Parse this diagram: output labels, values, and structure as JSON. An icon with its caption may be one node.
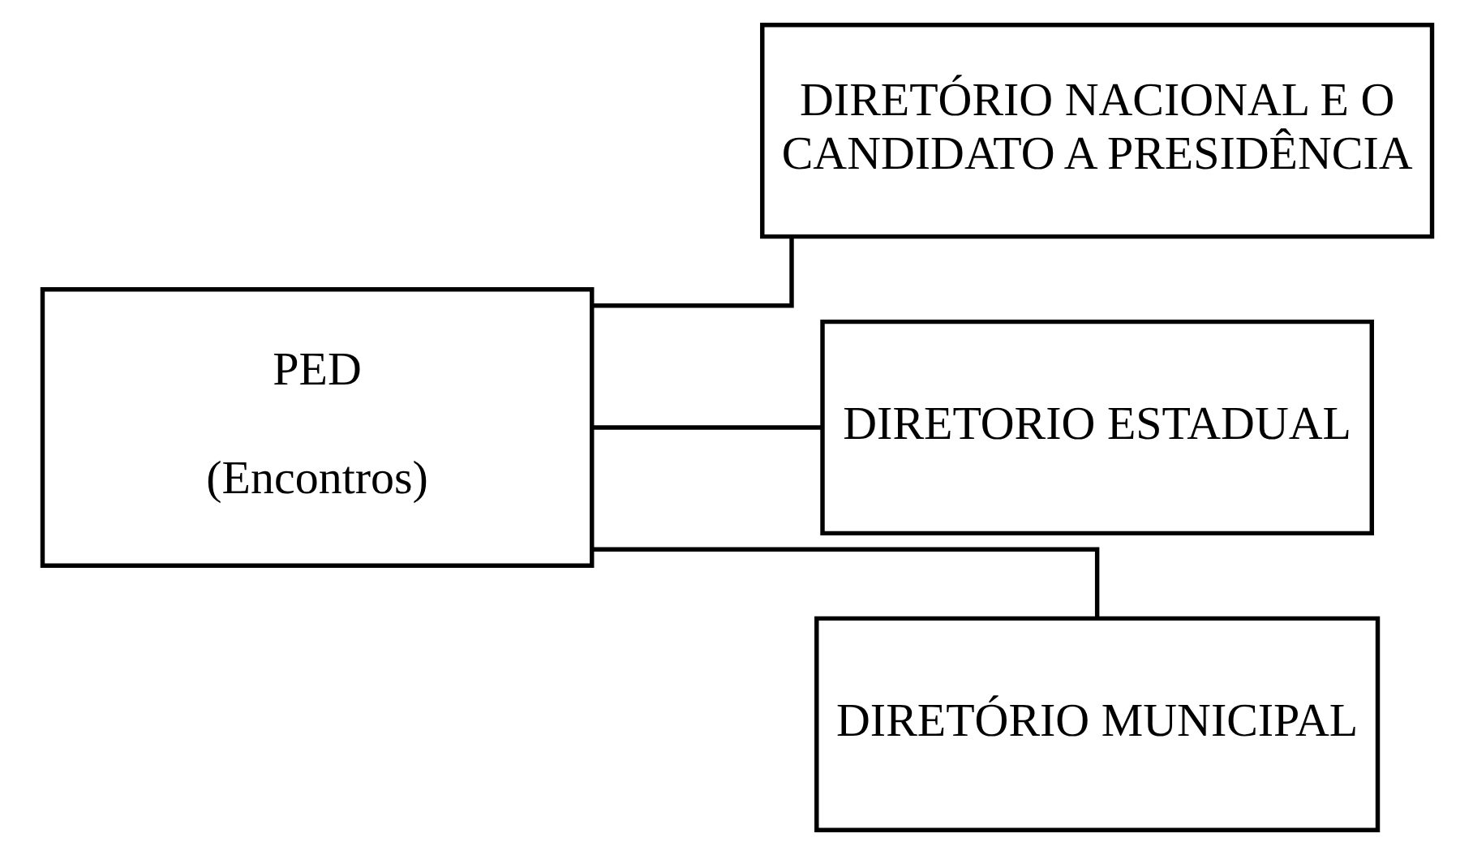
{
  "diagram": {
    "nodes": [
      {
        "text": [
          "PED",
          "(Encontros)"
        ]
      },
      {
        "text": [
          "DIRETÓRIO NACIONAL  E O CANDIDATO A PRESIDÊNCIA"
        ]
      },
      {
        "text": [
          "DIRETORIO ESTADUAL"
        ]
      },
      {
        "text": [
          "DIRETÓRIO MUNICIPAL"
        ]
      }
    ],
    "edges": [
      {
        "from": 0,
        "to": 1,
        "arrow": "none"
      },
      {
        "from": 0,
        "to": 2,
        "arrow": "none"
      },
      {
        "from": 0,
        "to": 3,
        "arrow": "none"
      }
    ]
  }
}
